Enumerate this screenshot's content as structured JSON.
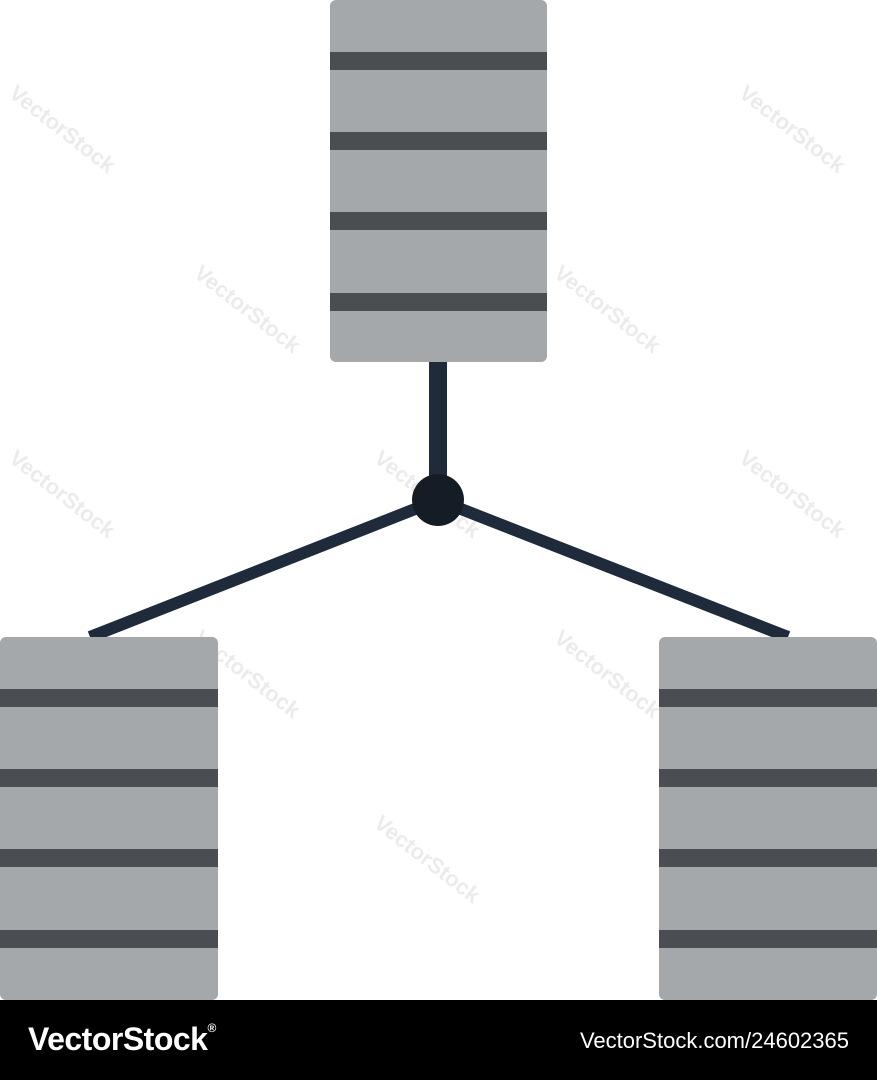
{
  "illustration": {
    "name": "network-database-servers",
    "colors": {
      "server_body": "#a4a8ab",
      "server_stripe": "#4a4e52",
      "connector": "#1f2a3a",
      "hub": "#141c26",
      "background": "#ffffff"
    },
    "servers": [
      {
        "name": "server-top",
        "stripes": 4
      },
      {
        "name": "server-bottom-left",
        "stripes": 4
      },
      {
        "name": "server-bottom-right",
        "stripes": 4
      }
    ]
  },
  "watermark": {
    "text": "VectorStock"
  },
  "footer": {
    "brand": "VectorStock",
    "registered_mark": "®",
    "image_id": "VectorStock.com/24602365"
  }
}
